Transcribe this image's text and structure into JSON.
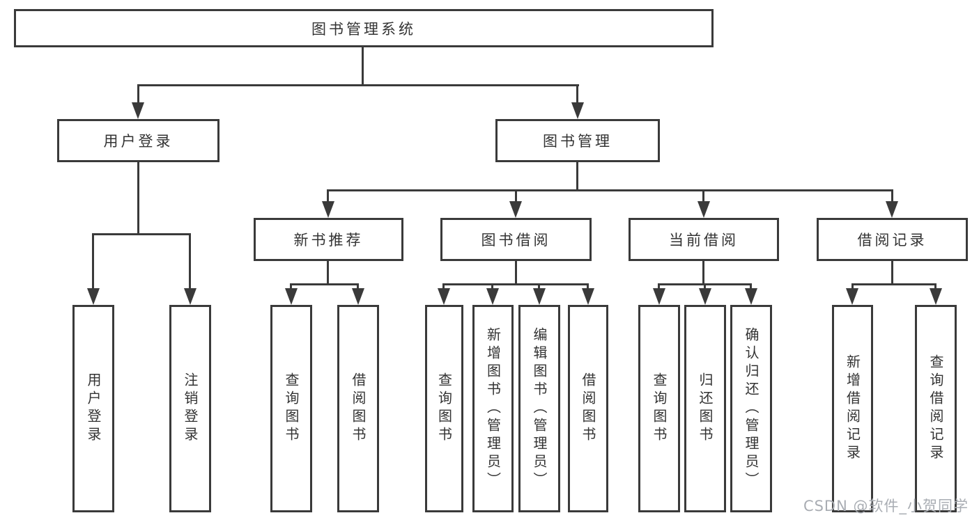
{
  "colors": {
    "line": "#3a3a3a",
    "text": "#333333",
    "watermark": "#a9adb3"
  },
  "tree": {
    "root": {
      "label": "图书管理系统"
    },
    "children": [
      {
        "label": "用户登录",
        "children": [
          {
            "label": "用户登录"
          },
          {
            "label": "注销登录"
          }
        ]
      },
      {
        "label": "图书管理",
        "children": [
          {
            "label": "新书推荐",
            "children": [
              {
                "label": "查询图书"
              },
              {
                "label": "借阅图书"
              }
            ]
          },
          {
            "label": "图书借阅",
            "children": [
              {
                "label": "查询图书"
              },
              {
                "label": "新增图书（管理员）"
              },
              {
                "label": "编辑图书（管理员）"
              },
              {
                "label": "借阅图书"
              }
            ]
          },
          {
            "label": "当前借阅",
            "children": [
              {
                "label": "查询图书"
              },
              {
                "label": "归还图书"
              },
              {
                "label": "确认归还（管理员）"
              }
            ]
          },
          {
            "label": "借阅记录",
            "children": [
              {
                "label": "新增借阅记录"
              },
              {
                "label": "查询借阅记录"
              }
            ]
          }
        ]
      }
    ]
  },
  "watermark": "CSDN @软件_小贺同学"
}
